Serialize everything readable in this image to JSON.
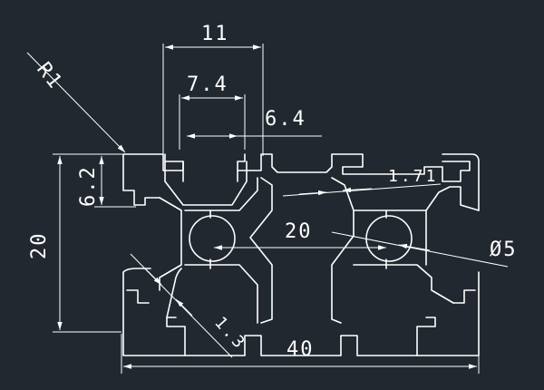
{
  "drawing": {
    "dimensions": {
      "radius": "R1",
      "slot_width": "11",
      "slot_opening": "7.4",
      "slot_depth": "6.4",
      "lip_height": "6.2",
      "height": "20",
      "pitch": "20",
      "wall": "1.71",
      "bore": "Ø5",
      "web": "1.3",
      "width": "40"
    },
    "colors": {
      "background": "#212830",
      "lines": "#ffffff"
    }
  }
}
